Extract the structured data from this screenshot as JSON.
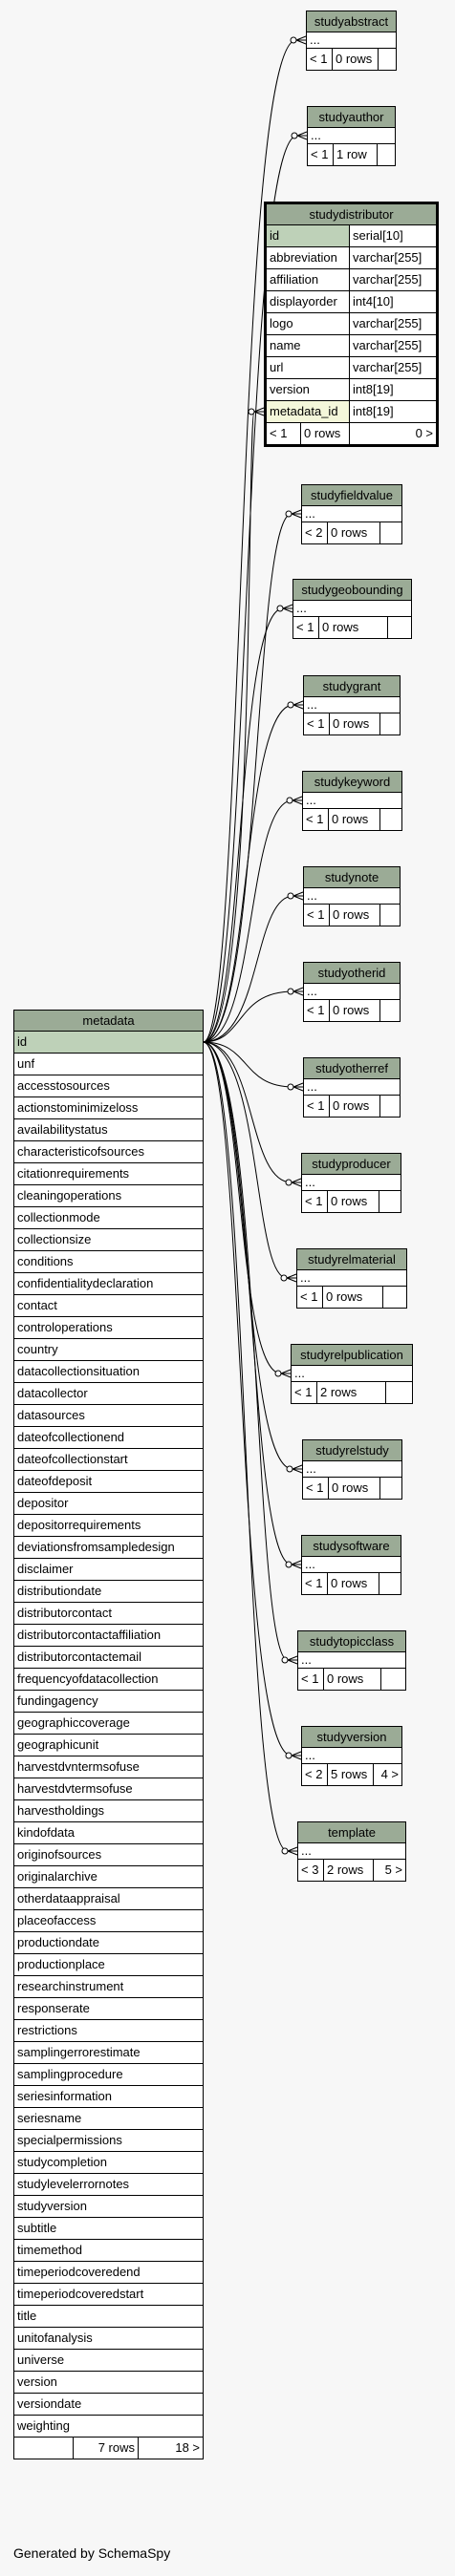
{
  "footer": "Generated by SchemaSpy",
  "colors": {
    "header": "#9bab96",
    "pk": "#bed1b8",
    "fk": "#f4f7da",
    "background": "#f7f7f7"
  },
  "metadata": {
    "name": "metadata",
    "pk": "id",
    "columns": [
      "unf",
      "accesstosources",
      "actionstominimizeloss",
      "availabilitystatus",
      "characteristicofsources",
      "citationrequirements",
      "cleaningoperations",
      "collectionmode",
      "collectionsize",
      "conditions",
      "confidentialitydeclaration",
      "contact",
      "controloperations",
      "country",
      "datacollectionsituation",
      "datacollector",
      "datasources",
      "dateofcollectionend",
      "dateofcollectionstart",
      "dateofdeposit",
      "depositor",
      "depositorrequirements",
      "deviationsfromsampledesign",
      "disclaimer",
      "distributiondate",
      "distributorcontact",
      "distributorcontactaffiliation",
      "distributorcontactemail",
      "frequencyofdatacollection",
      "fundingagency",
      "geographiccoverage",
      "geographicunit",
      "harvestdvntermsofuse",
      "harvestdvtermsofuse",
      "harvestholdings",
      "kindofdata",
      "originofsources",
      "originalarchive",
      "otherdataappraisal",
      "placeofaccess",
      "productiondate",
      "productionplace",
      "researchinstrument",
      "responserate",
      "restrictions",
      "samplingerrorestimate",
      "samplingprocedure",
      "seriesinformation",
      "seriesname",
      "specialpermissions",
      "studycompletion",
      "studylevelerrornotes",
      "studyversion",
      "subtitle",
      "timemethod",
      "timeperiodcoveredend",
      "timeperiodcoveredstart",
      "title",
      "unitofanalysis",
      "universe",
      "version",
      "versiondate",
      "weighting"
    ],
    "footer": {
      "left": "",
      "mid": "7 rows",
      "right": "18 >"
    }
  },
  "studydistributor": {
    "name": "studydistributor",
    "rows": [
      {
        "col": "id",
        "type": "serial[10]",
        "kind": "pk"
      },
      {
        "col": "abbreviation",
        "type": "varchar[255]",
        "kind": ""
      },
      {
        "col": "affiliation",
        "type": "varchar[255]",
        "kind": ""
      },
      {
        "col": "displayorder",
        "type": "int4[10]",
        "kind": ""
      },
      {
        "col": "logo",
        "type": "varchar[255]",
        "kind": ""
      },
      {
        "col": "name",
        "type": "varchar[255]",
        "kind": ""
      },
      {
        "col": "url",
        "type": "varchar[255]",
        "kind": ""
      },
      {
        "col": "version",
        "type": "int8[19]",
        "kind": ""
      },
      {
        "col": "metadata_id",
        "type": "int8[19]",
        "kind": "fk"
      }
    ],
    "footer": {
      "left": "< 1",
      "mid": "0 rows",
      "right": "0 >"
    }
  },
  "small_tables": [
    {
      "name": "studyabstract",
      "ellipsis": "...",
      "left": "< 1",
      "mid": "0 rows",
      "right": ""
    },
    {
      "name": "studyauthor",
      "ellipsis": "...",
      "left": "< 1",
      "mid": "1 row",
      "right": ""
    },
    {
      "name": "studyfieldvalue",
      "ellipsis": "...",
      "left": "< 2",
      "mid": "0 rows",
      "right": ""
    },
    {
      "name": "studygeobounding",
      "ellipsis": "...",
      "left": "< 1",
      "mid": "0 rows",
      "right": ""
    },
    {
      "name": "studygrant",
      "ellipsis": "...",
      "left": "< 1",
      "mid": "0 rows",
      "right": ""
    },
    {
      "name": "studykeyword",
      "ellipsis": "...",
      "left": "< 1",
      "mid": "0 rows",
      "right": ""
    },
    {
      "name": "studynote",
      "ellipsis": "...",
      "left": "< 1",
      "mid": "0 rows",
      "right": ""
    },
    {
      "name": "studyotherid",
      "ellipsis": "...",
      "left": "< 1",
      "mid": "0 rows",
      "right": ""
    },
    {
      "name": "studyotherref",
      "ellipsis": "...",
      "left": "< 1",
      "mid": "0 rows",
      "right": ""
    },
    {
      "name": "studyproducer",
      "ellipsis": "...",
      "left": "< 1",
      "mid": "0 rows",
      "right": ""
    },
    {
      "name": "studyrelmaterial",
      "ellipsis": "...",
      "left": "< 1",
      "mid": "0 rows",
      "right": ""
    },
    {
      "name": "studyrelpublication",
      "ellipsis": "...",
      "left": "< 1",
      "mid": "2 rows",
      "right": ""
    },
    {
      "name": "studyrelstudy",
      "ellipsis": "...",
      "left": "< 1",
      "mid": "0 rows",
      "right": ""
    },
    {
      "name": "studysoftware",
      "ellipsis": "...",
      "left": "< 1",
      "mid": "0 rows",
      "right": ""
    },
    {
      "name": "studytopicclass",
      "ellipsis": "...",
      "left": "< 1",
      "mid": "0 rows",
      "right": ""
    },
    {
      "name": "studyversion",
      "ellipsis": "...",
      "left": "< 2",
      "mid": "5 rows",
      "right": "4 >"
    },
    {
      "name": "template",
      "ellipsis": "...",
      "left": "< 3",
      "mid": "2 rows",
      "right": "5 >"
    }
  ]
}
